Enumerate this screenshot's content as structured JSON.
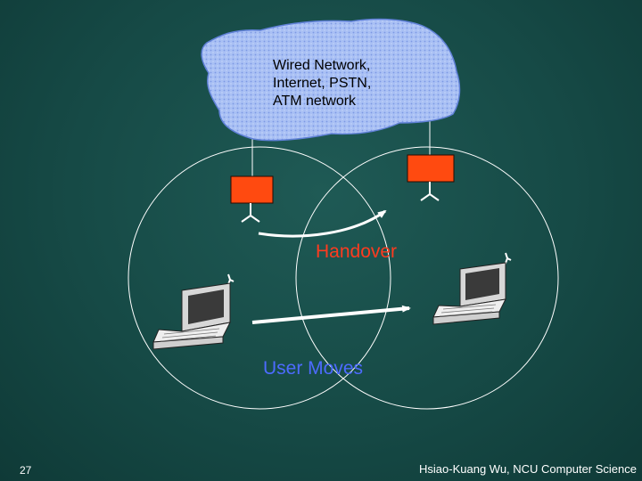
{
  "cloud": {
    "lines": [
      "Wired Network,",
      "Internet, PSTN,",
      "ATM network"
    ]
  },
  "labels": {
    "handover": "Handover",
    "user_moves": "User Moves"
  },
  "footer": {
    "page_number": "27",
    "credit": "Hsiao-Kuang Wu, NCU Computer Science"
  },
  "colors": {
    "background": "#164a46",
    "cloud_fill": "#9fb8f2",
    "cloud_outline": "#6f8fdc",
    "base_station": "#ff4a10",
    "handover_text": "#ff3b1f",
    "user_moves_text": "#4d6bff",
    "lines": "#ffffff"
  },
  "icons": {
    "cloud": "wired-network-cloud",
    "base_station": "base-station-antenna",
    "laptop": "laptop-with-antenna"
  }
}
